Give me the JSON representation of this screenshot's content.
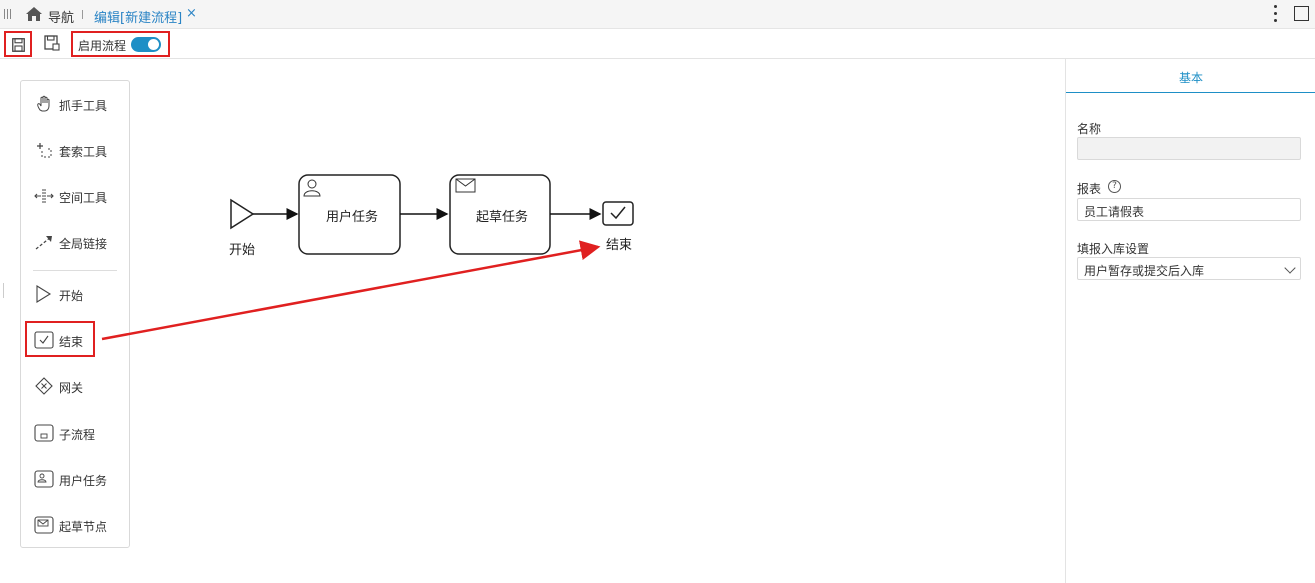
{
  "tabbar": {
    "nav_label": "导航",
    "active_tab_label": "编辑[新建流程]",
    "close_glyph": "×"
  },
  "toolbar": {
    "save_icon": "save-icon",
    "save_as_icon": "save-as-icon",
    "enable_label": "启用流程",
    "enable_on": true,
    "accent_color": "#1e8fc6",
    "highlight_color": "#e02020"
  },
  "palette": {
    "items": [
      {
        "label": "抓手工具",
        "icon": "hand-icon"
      },
      {
        "label": "套索工具",
        "icon": "lasso-icon"
      },
      {
        "label": "空间工具",
        "icon": "space-icon"
      },
      {
        "label": "全局链接",
        "icon": "connect-icon"
      },
      {
        "label": "开始",
        "icon": "start-event-icon"
      },
      {
        "label": "结束",
        "icon": "end-event-icon"
      },
      {
        "label": "网关",
        "icon": "gateway-icon"
      },
      {
        "label": "子流程",
        "icon": "subprocess-icon"
      },
      {
        "label": "用户任务",
        "icon": "user-task-icon"
      },
      {
        "label": "起草节点",
        "icon": "draft-node-icon"
      }
    ]
  },
  "diagram": {
    "start_label": "开始",
    "user_task_label": "用户任务",
    "draft_task_label": "起草任务",
    "end_label": "结束"
  },
  "right_panel": {
    "tab_label": "基本",
    "name_label": "名称",
    "name_value": "",
    "report_label": "报表",
    "report_value": "员工请假表",
    "storage_label": "填报入库设置",
    "storage_value": "用户暂存或提交后入库",
    "help_glyph": "?"
  }
}
